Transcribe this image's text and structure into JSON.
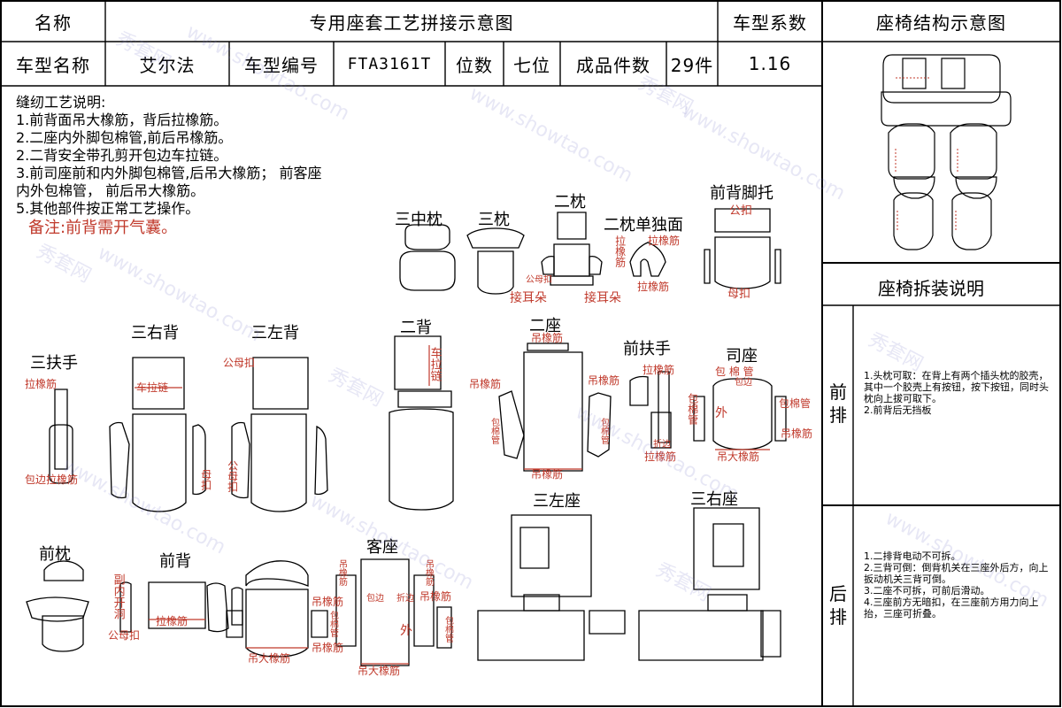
{
  "header": {
    "name_label": "名称",
    "title": "专用座套工艺拼接示意图",
    "coef_label": "车型系数",
    "structure_title": "座椅结构示意图",
    "model_label": "车型名称",
    "model_value": "艾尔法",
    "code_label": "车型编号",
    "code_value": "FTA3161T",
    "seats_label": "位数",
    "seats_value": "七位",
    "pieces_label": "成品件数",
    "pieces_value": "29件",
    "coef_value": "1.16"
  },
  "notes": {
    "title": "缝纫工艺说明:",
    "lines": [
      "1.前背面吊大橡筋，背后拉橡筋。",
      "2.二座内外脚包棉管,前后吊橡筋。",
      "2.二背安全带孔剪开包边车拉链。",
      "3.前司座前和内外脚包棉管,后吊大橡筋； 前客座",
      "内外包棉管， 前后吊大橡筋。",
      "5.其他部件按正常工艺操作。"
    ],
    "remark": "备注:前背需开气囊。"
  },
  "parts": {
    "san_zhong_zhen": "三中枕",
    "san_zhen": "三枕",
    "er_zhen": "二枕",
    "er_zhen_single": "二枕单独面",
    "front_footrest": "前背脚托",
    "san_fushou": "三扶手",
    "san_you_bei": "三右背",
    "san_zuo_bei": "三左背",
    "er_bei": "二背",
    "er_zuo": "二座",
    "qian_fushou": "前扶手",
    "si_zuo": "司座",
    "qian_zhen": "前枕",
    "qian_bei": "前背",
    "ke_zuo": "客座",
    "san_zuo_zuo": "三左座",
    "san_you_zuo": "三右座"
  },
  "annotations": {
    "la_xiangjin": "拉橡筋",
    "gong_kou": "公扣",
    "mu_kou": "母扣",
    "gong_mu_kou": "公母扣",
    "jie_er_duo": "接耳朵",
    "che_la_lian": "车拉链",
    "diao_xiangjin": "吊橡筋",
    "diao_da_xiangjin": "吊大橡筋",
    "bao_mian_guan": "包棉管",
    "bao_mian_guan_spaced": "包 棉 管",
    "bao_bian": "包边",
    "wai": "外",
    "bao_bian_la_xiangjin": "包边拉橡筋",
    "zhe_bian": "折边",
    "shu_la_xiangjin": "拉橡筋",
    "che_la_lian_v": "车拉链",
    "gong": "公",
    "mu": "母",
    "kou": "扣",
    "fu_nei_kai_dong": "副内开洞",
    "gong_mu": "公母扣",
    "mian_guan_bao": "包棉管"
  },
  "side": {
    "disassembly_title": "座椅拆装说明",
    "front_label": "前排",
    "rear_label": "后排",
    "front_notes": [
      "1.头枕可取：在背上有两个插头枕的胶壳，其中一个胶壳上有按钮，按下按钮，同时头枕向上拔可取下。",
      "2.前背后无挡板"
    ],
    "rear_notes": [
      "1.二排背电动不可拆。",
      "2.三背可倒：倒背机关在三座外后方，向上扳动机关三背可倒。",
      "3.二座不可拆，可前后滑动。",
      "4.三座前方无暗扣，在三座前方用力向上抬，三座可折叠。"
    ]
  },
  "watermark": {
    "text_cn": "秀套网",
    "text_url": "www.showtao.com"
  }
}
